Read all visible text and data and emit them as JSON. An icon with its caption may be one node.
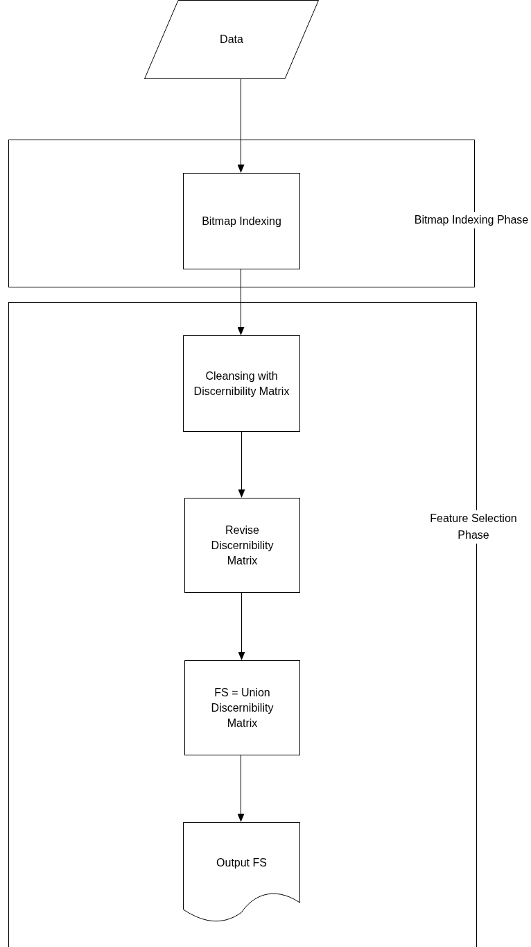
{
  "diagram": {
    "nodes": [
      {
        "text": [
          "Data"
        ]
      },
      {
        "text": [
          "Bitmap Indexing Phase"
        ]
      },
      {
        "text": [
          "Bitmap Indexing"
        ],
        "in": 1
      },
      {
        "text": [
          "Feature Selection Phase"
        ]
      },
      {
        "text": [
          "Cleansing with Discernibility Matrix"
        ],
        "in": 3
      },
      {
        "text": [
          "Revise Discernibility Matrix"
        ],
        "in": 3
      },
      {
        "text": [
          "FS = Union Discernibility Matrix"
        ],
        "in": 3
      },
      {
        "text": [
          "Output FS"
        ],
        "in": 3
      }
    ],
    "edges": [
      {
        "from": 0,
        "to": 2,
        "arrow": "to"
      },
      {
        "from": 2,
        "to": 4,
        "arrow": "to"
      },
      {
        "from": 4,
        "to": 5,
        "arrow": "to"
      },
      {
        "from": 5,
        "to": 6,
        "arrow": "to"
      },
      {
        "from": 6,
        "to": 7,
        "arrow": "to"
      }
    ]
  }
}
